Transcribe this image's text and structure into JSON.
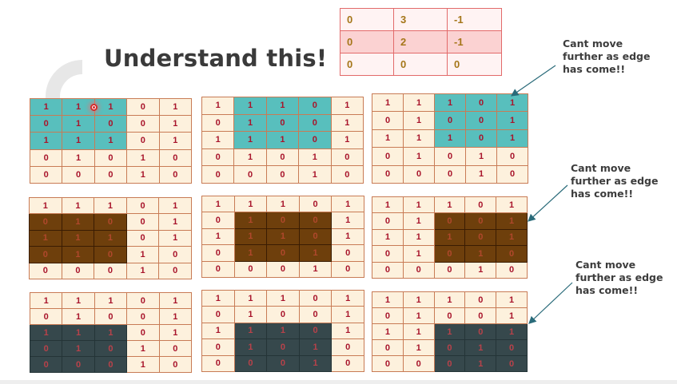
{
  "title": "Understand this!",
  "output_matrix": [
    [
      "0",
      "3",
      "-1"
    ],
    [
      "0",
      "2",
      "-1"
    ],
    [
      "0",
      "0",
      "0"
    ]
  ],
  "notes": [
    [
      "Cant move",
      "further as edge",
      "has come!!"
    ],
    [
      "Cant move",
      "further as edge",
      "has come!!"
    ],
    [
      "Cant move",
      "further as edge",
      "has come!!"
    ]
  ],
  "input_matrix": [
    [
      "1",
      "1",
      "1",
      "0",
      "1"
    ],
    [
      "0",
      "1",
      "0",
      "0",
      "1"
    ],
    [
      "1",
      "1",
      "1",
      "0",
      "1"
    ],
    [
      "0",
      "1",
      "0",
      "1",
      "0"
    ],
    [
      "0",
      "0",
      "0",
      "1",
      "0"
    ]
  ],
  "highlight_colors": {
    "row1": "#58bfbd",
    "row2": "#6e3f0c",
    "row3": "#36484c"
  },
  "grids": [
    {
      "style": "teal",
      "row_start": 0,
      "col_start": 0
    },
    {
      "style": "teal",
      "row_start": 0,
      "col_start": 1
    },
    {
      "style": "teal",
      "row_start": 0,
      "col_start": 2
    },
    {
      "style": "brown",
      "row_start": 1,
      "col_start": 0
    },
    {
      "style": "brown",
      "row_start": 1,
      "col_start": 1
    },
    {
      "style": "brown",
      "row_start": 1,
      "col_start": 2
    },
    {
      "style": "slate",
      "row_start": 2,
      "col_start": 0
    },
    {
      "style": "slate",
      "row_start": 2,
      "col_start": 1
    },
    {
      "style": "slate",
      "row_start": 2,
      "col_start": 2
    }
  ]
}
